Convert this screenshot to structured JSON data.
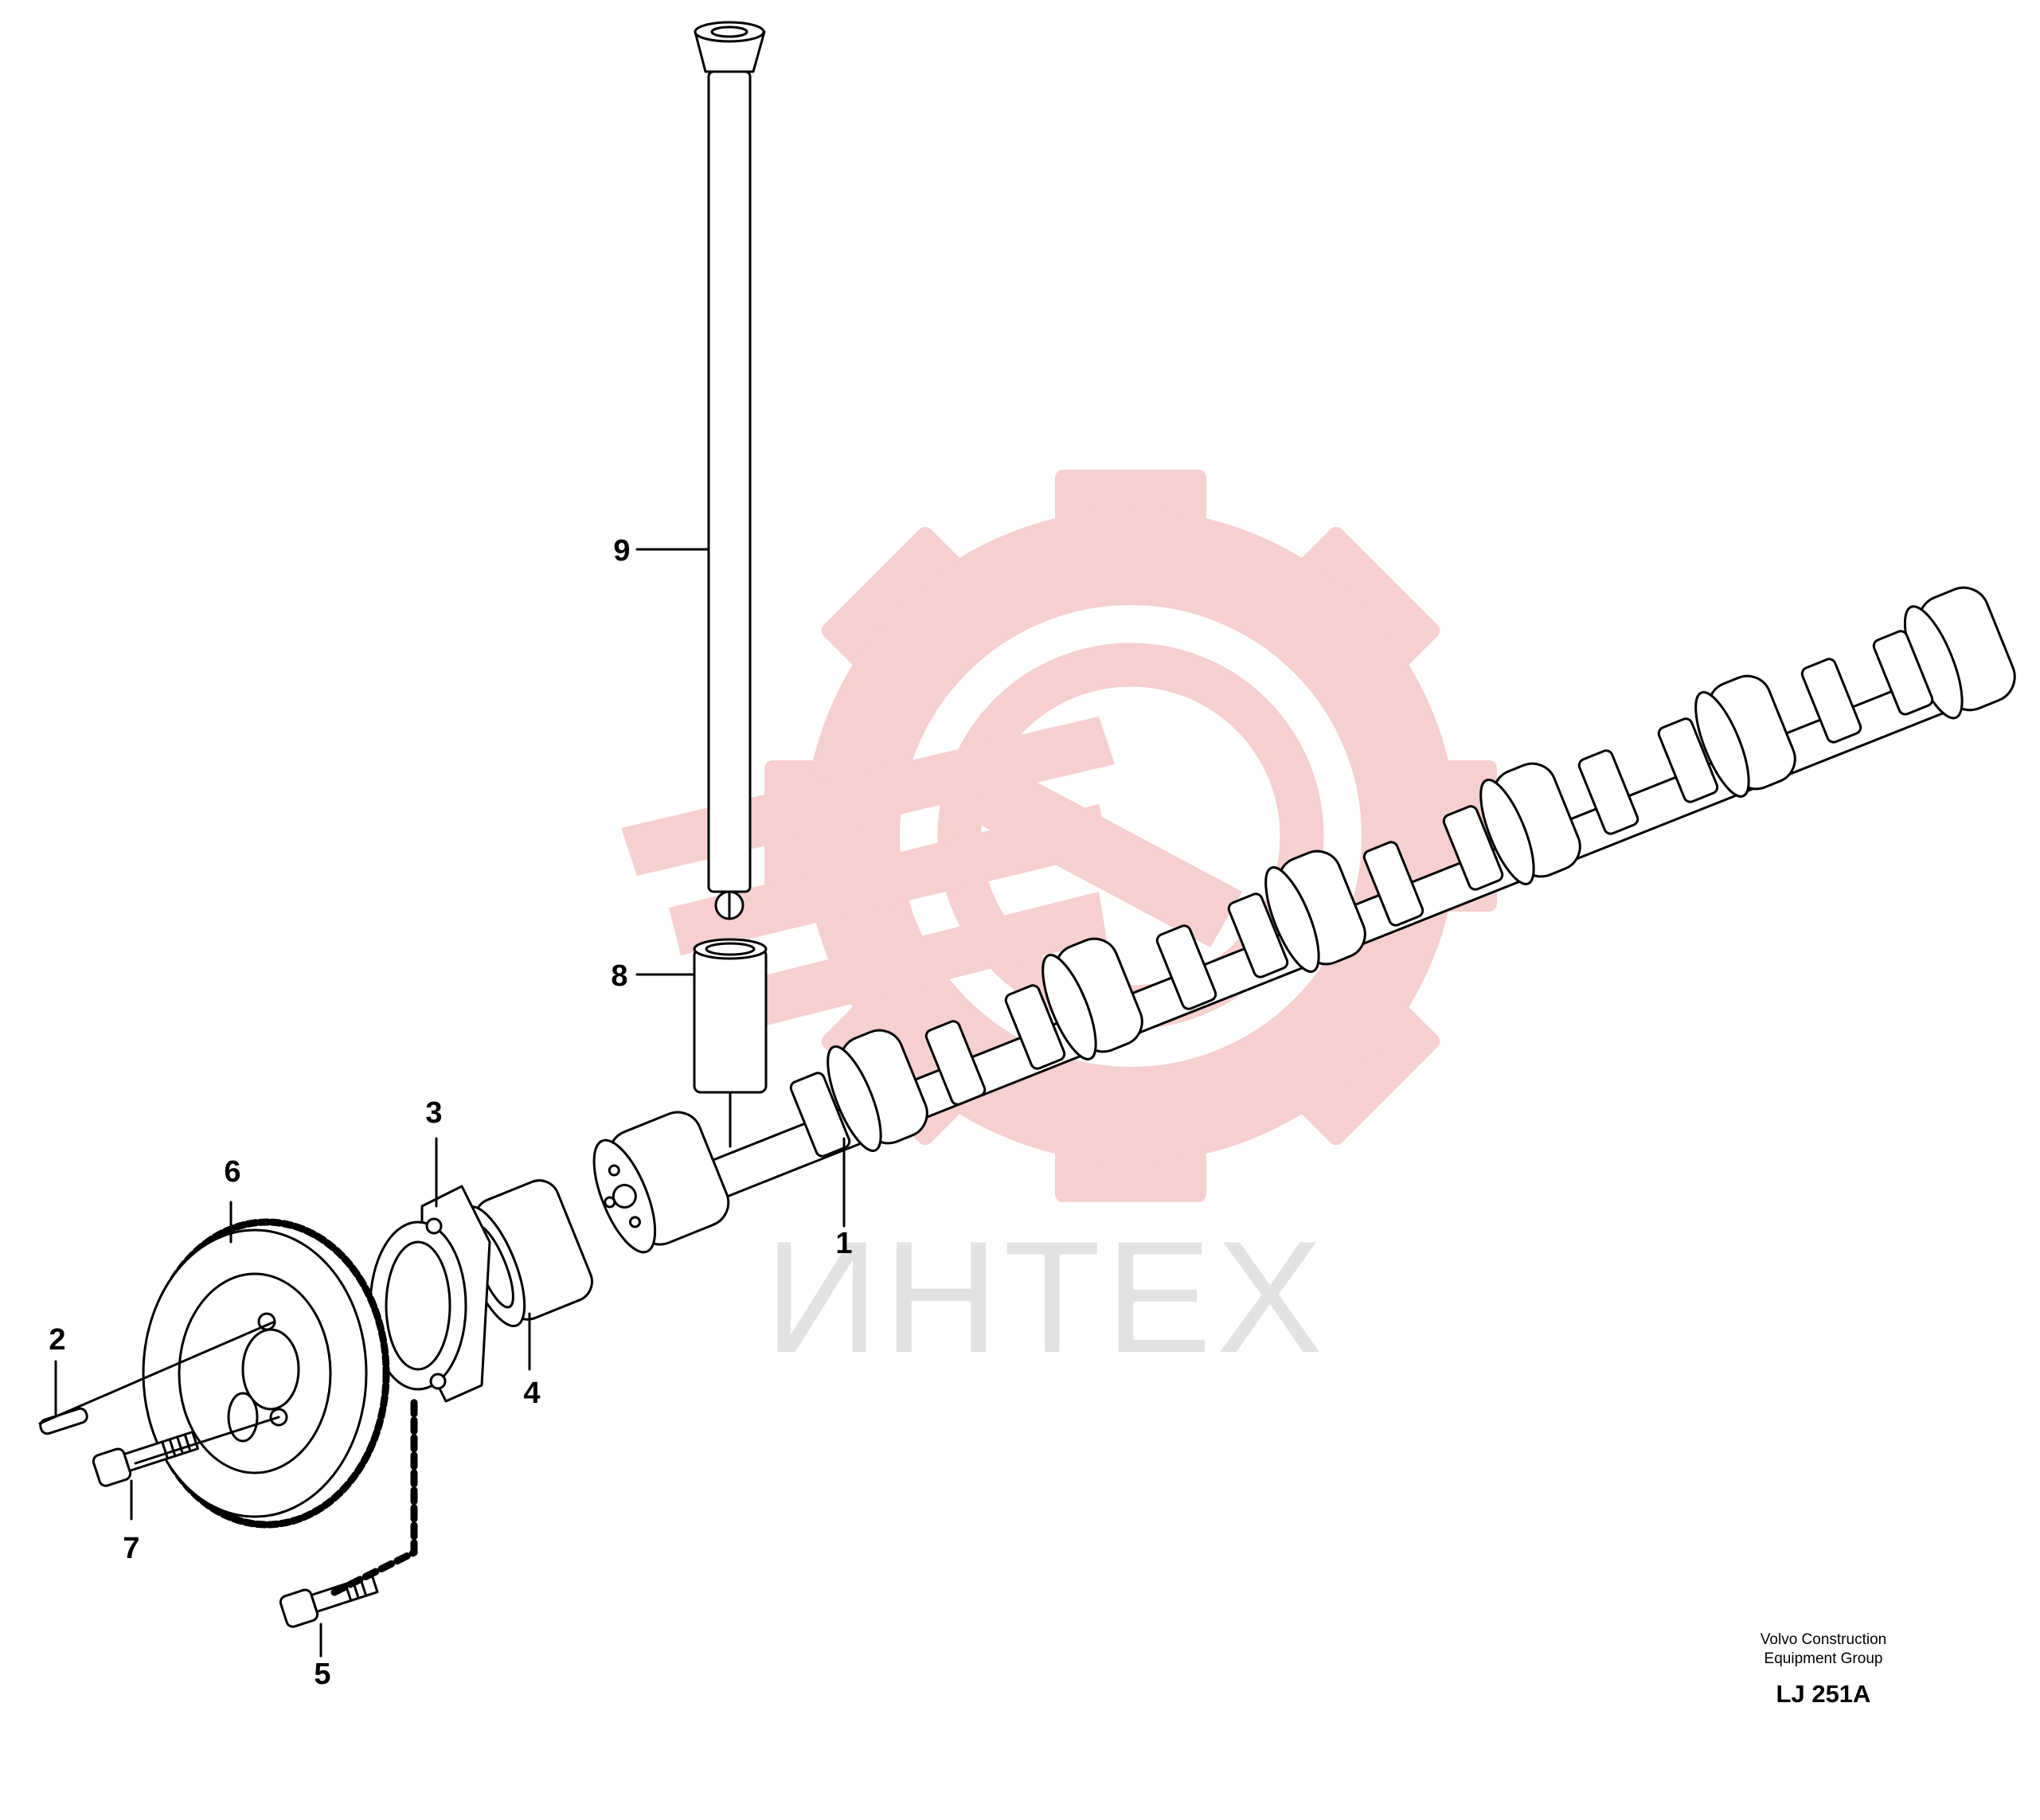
{
  "watermark": {
    "text": "ИНТЕХ",
    "logo": "gear-wrench-logo",
    "color": "#f6cfcf",
    "text_color": "#e2e2e2"
  },
  "callouts": {
    "c1": "1",
    "c2": "2",
    "c3": "3",
    "c4": "4",
    "c5": "5",
    "c6": "6",
    "c7": "7",
    "c8": "8",
    "c9": "9"
  },
  "brand": {
    "line1": "Volvo Construction",
    "line2": "Equipment Group",
    "code": "LJ 251A"
  }
}
